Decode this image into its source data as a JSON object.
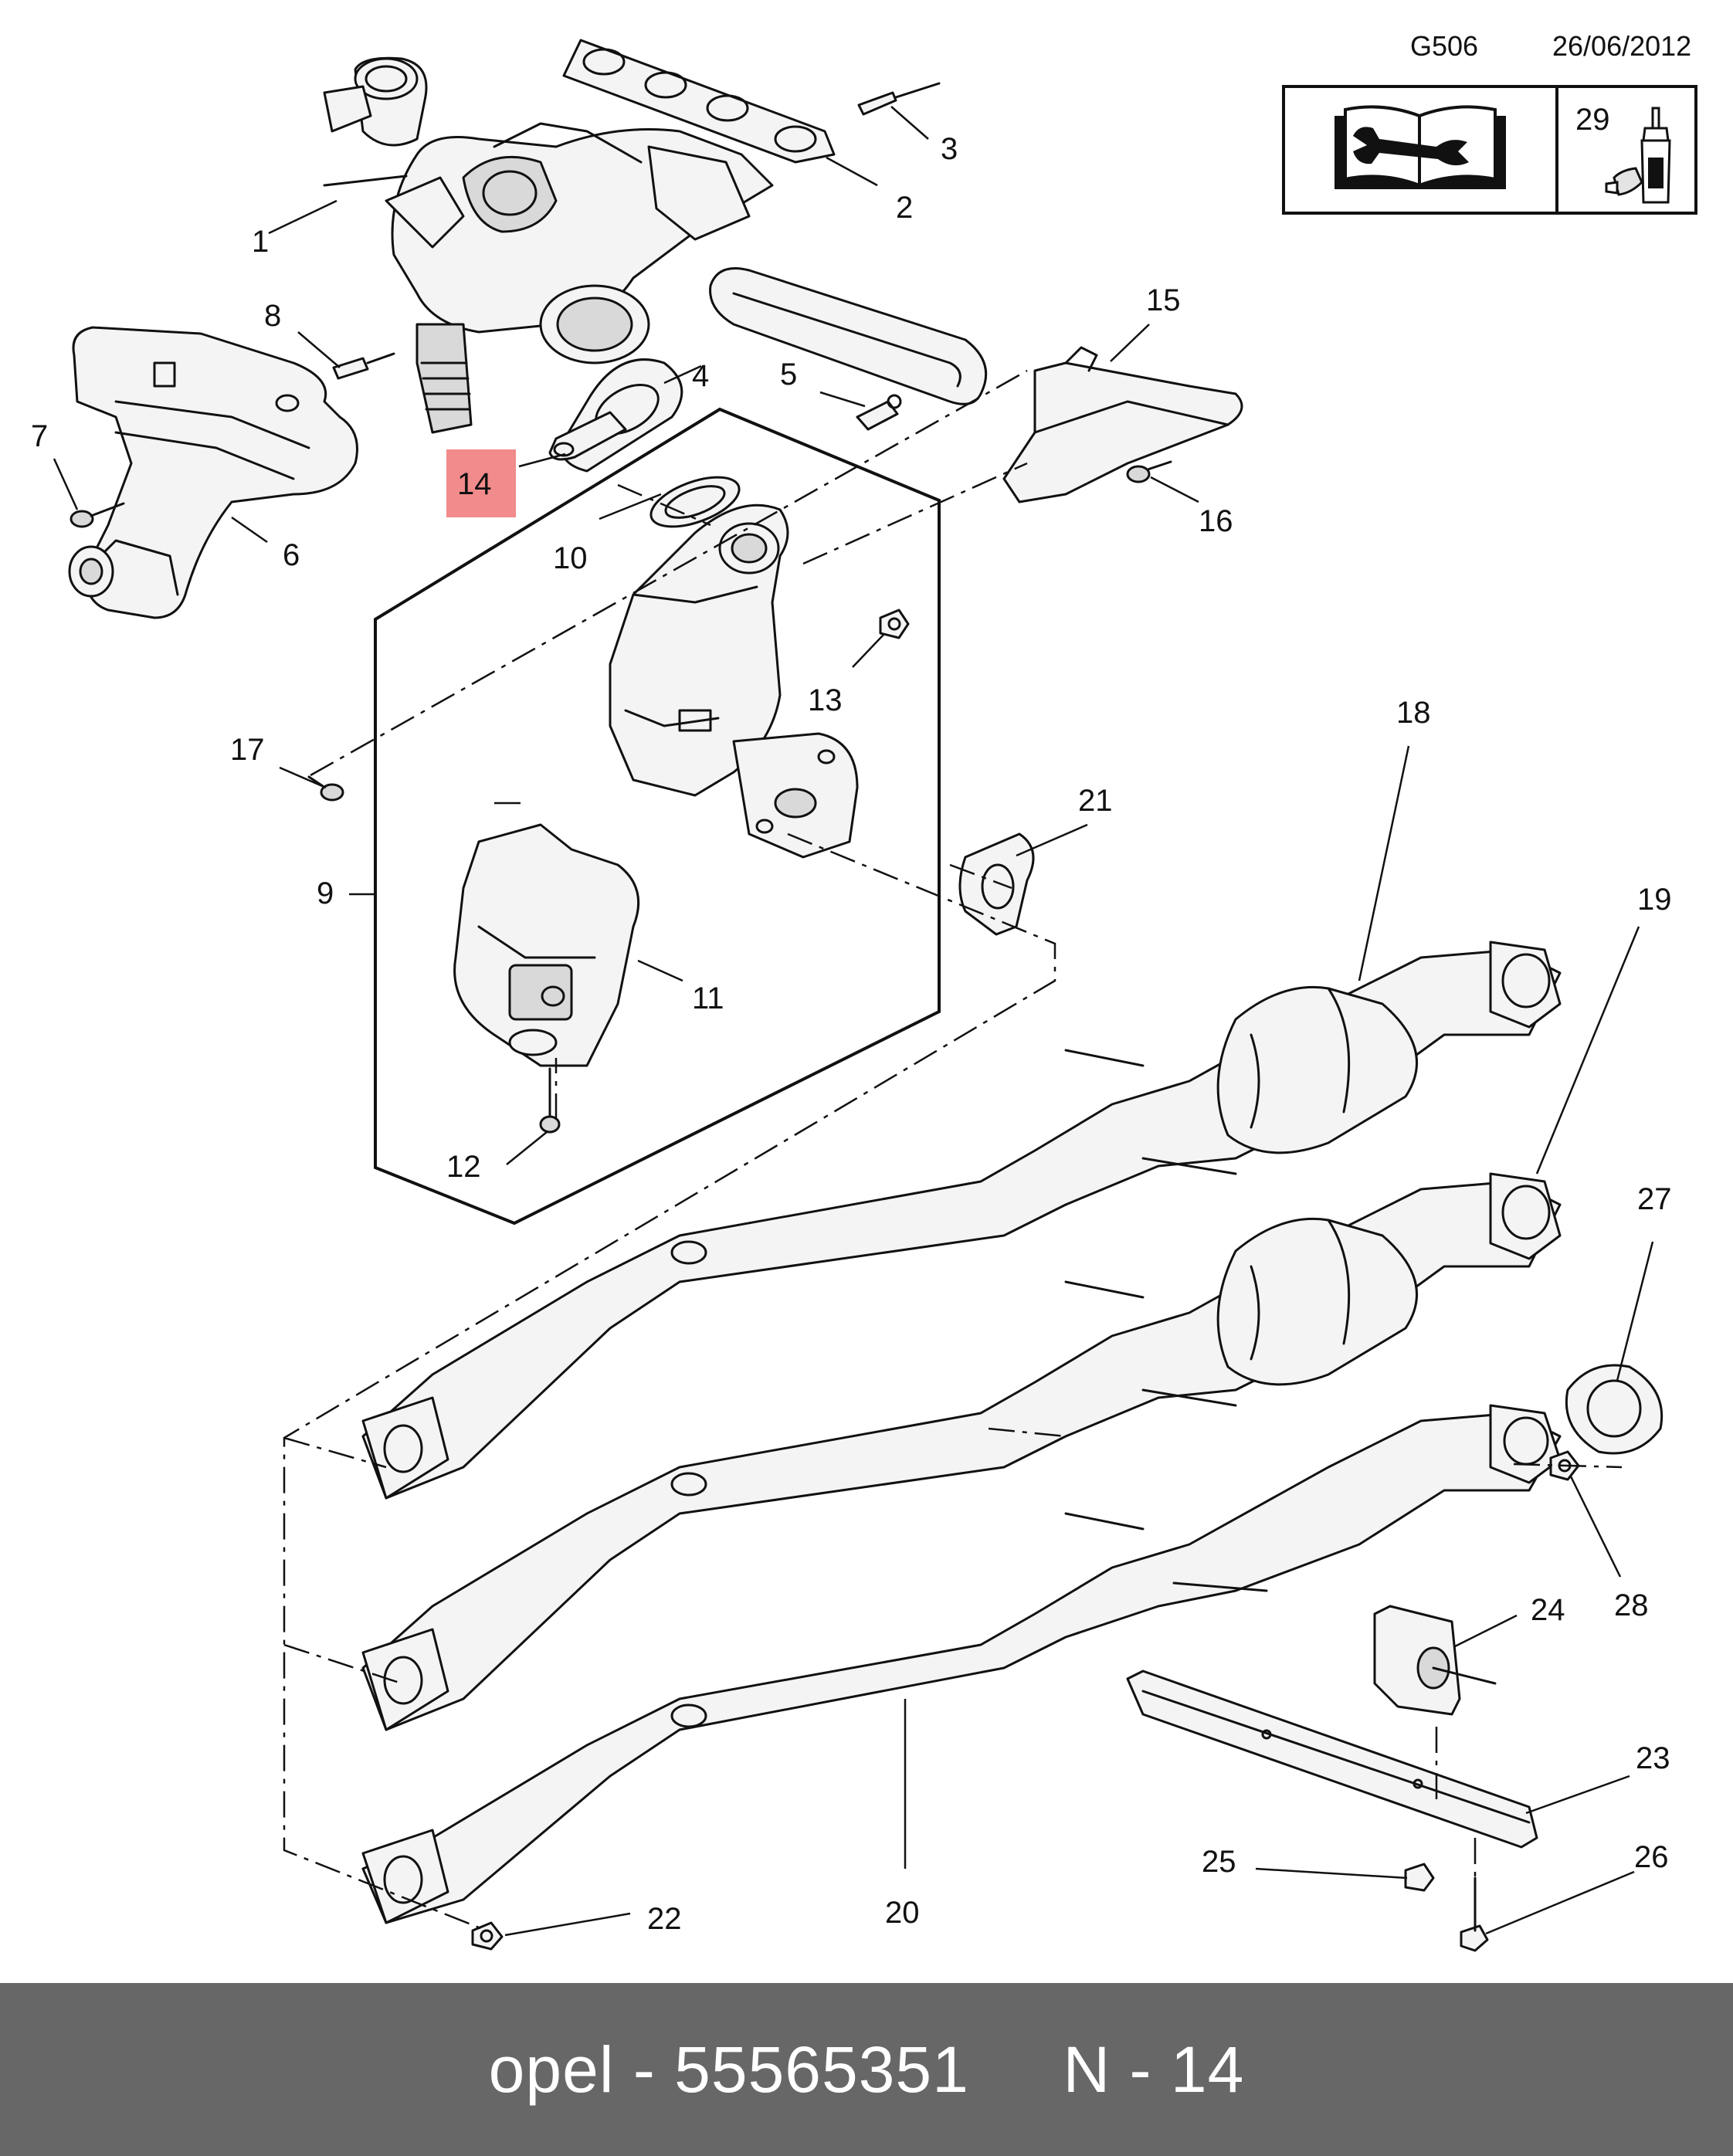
{
  "header": {
    "code": "G506",
    "date": "26/06/2012"
  },
  "legend": {
    "manual_icon": "manual-wrench-icon",
    "sealant_number": "29",
    "sealant_icon": "sealant-tube-icon"
  },
  "callouts": {
    "c1": "1",
    "c2": "2",
    "c3": "3",
    "c4": "4",
    "c5": "5",
    "c6": "6",
    "c7": "7",
    "c8": "8",
    "c9": "9",
    "c10": "10",
    "c11": "11",
    "c12": "12",
    "c13": "13",
    "c14": "14",
    "c15": "15",
    "c16": "16",
    "c17": "17",
    "c18": "18",
    "c19": "19",
    "c20": "20",
    "c21": "21",
    "c22": "22",
    "c23": "23",
    "c24": "24",
    "c25": "25",
    "c26": "26",
    "c27": "27",
    "c28": "28"
  },
  "highlight": {
    "part": "14",
    "color": "#f28b8b"
  },
  "footer": {
    "text": "opel - 55565351     N - 14"
  }
}
